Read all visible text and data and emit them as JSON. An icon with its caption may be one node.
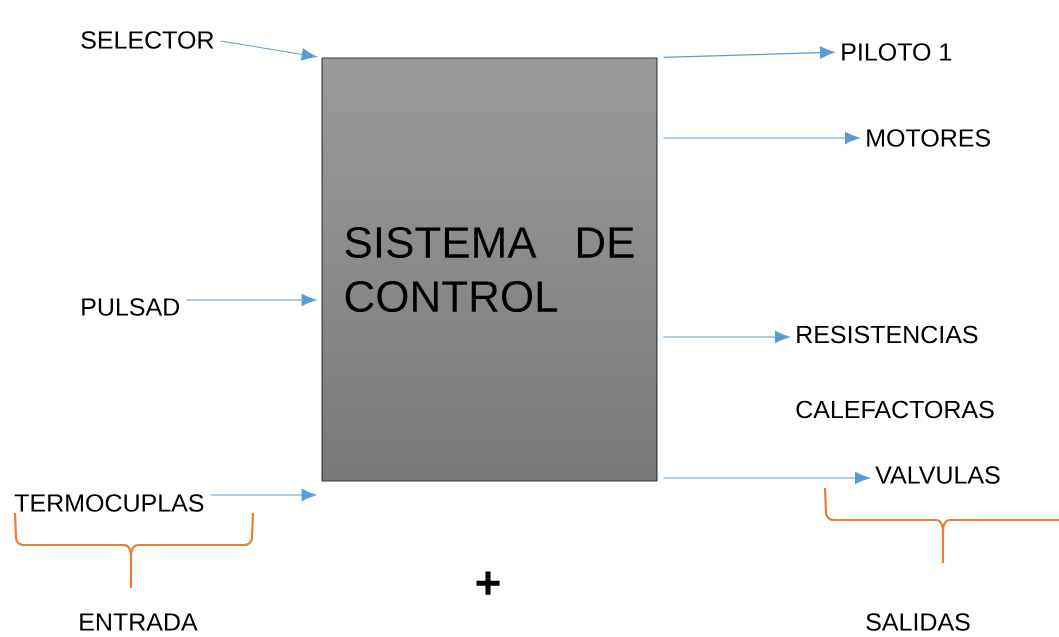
{
  "diagram": {
    "nodes": [
      {
        "text": [
          "SISTEMA DE CONTROL"
        ]
      },
      {
        "text": [
          "SELECTOR"
        ]
      },
      {
        "text": [
          "PULSAD"
        ]
      },
      {
        "text": [
          "TERMOCUPLAS"
        ]
      },
      {
        "text": [
          "PILOTO 1"
        ]
      },
      {
        "text": [
          "MOTORES"
        ]
      },
      {
        "text": [
          "RESISTENCIAS CALEFACTORAS"
        ]
      },
      {
        "text": [
          "VALVULAS"
        ]
      }
    ],
    "edges": [
      {
        "from": 1,
        "to": 0,
        "arrow": "to"
      },
      {
        "from": 2,
        "to": 0,
        "arrow": "to"
      },
      {
        "from": 3,
        "to": 0,
        "arrow": "to"
      },
      {
        "from": 0,
        "to": 4,
        "arrow": "to"
      },
      {
        "from": 0,
        "to": 5,
        "arrow": "to"
      },
      {
        "from": 0,
        "to": 6,
        "arrow": "to"
      },
      {
        "from": 0,
        "to": 7,
        "arrow": "to"
      }
    ],
    "labels": [
      "ENTRADA",
      "+",
      "SALIDAS"
    ]
  }
}
